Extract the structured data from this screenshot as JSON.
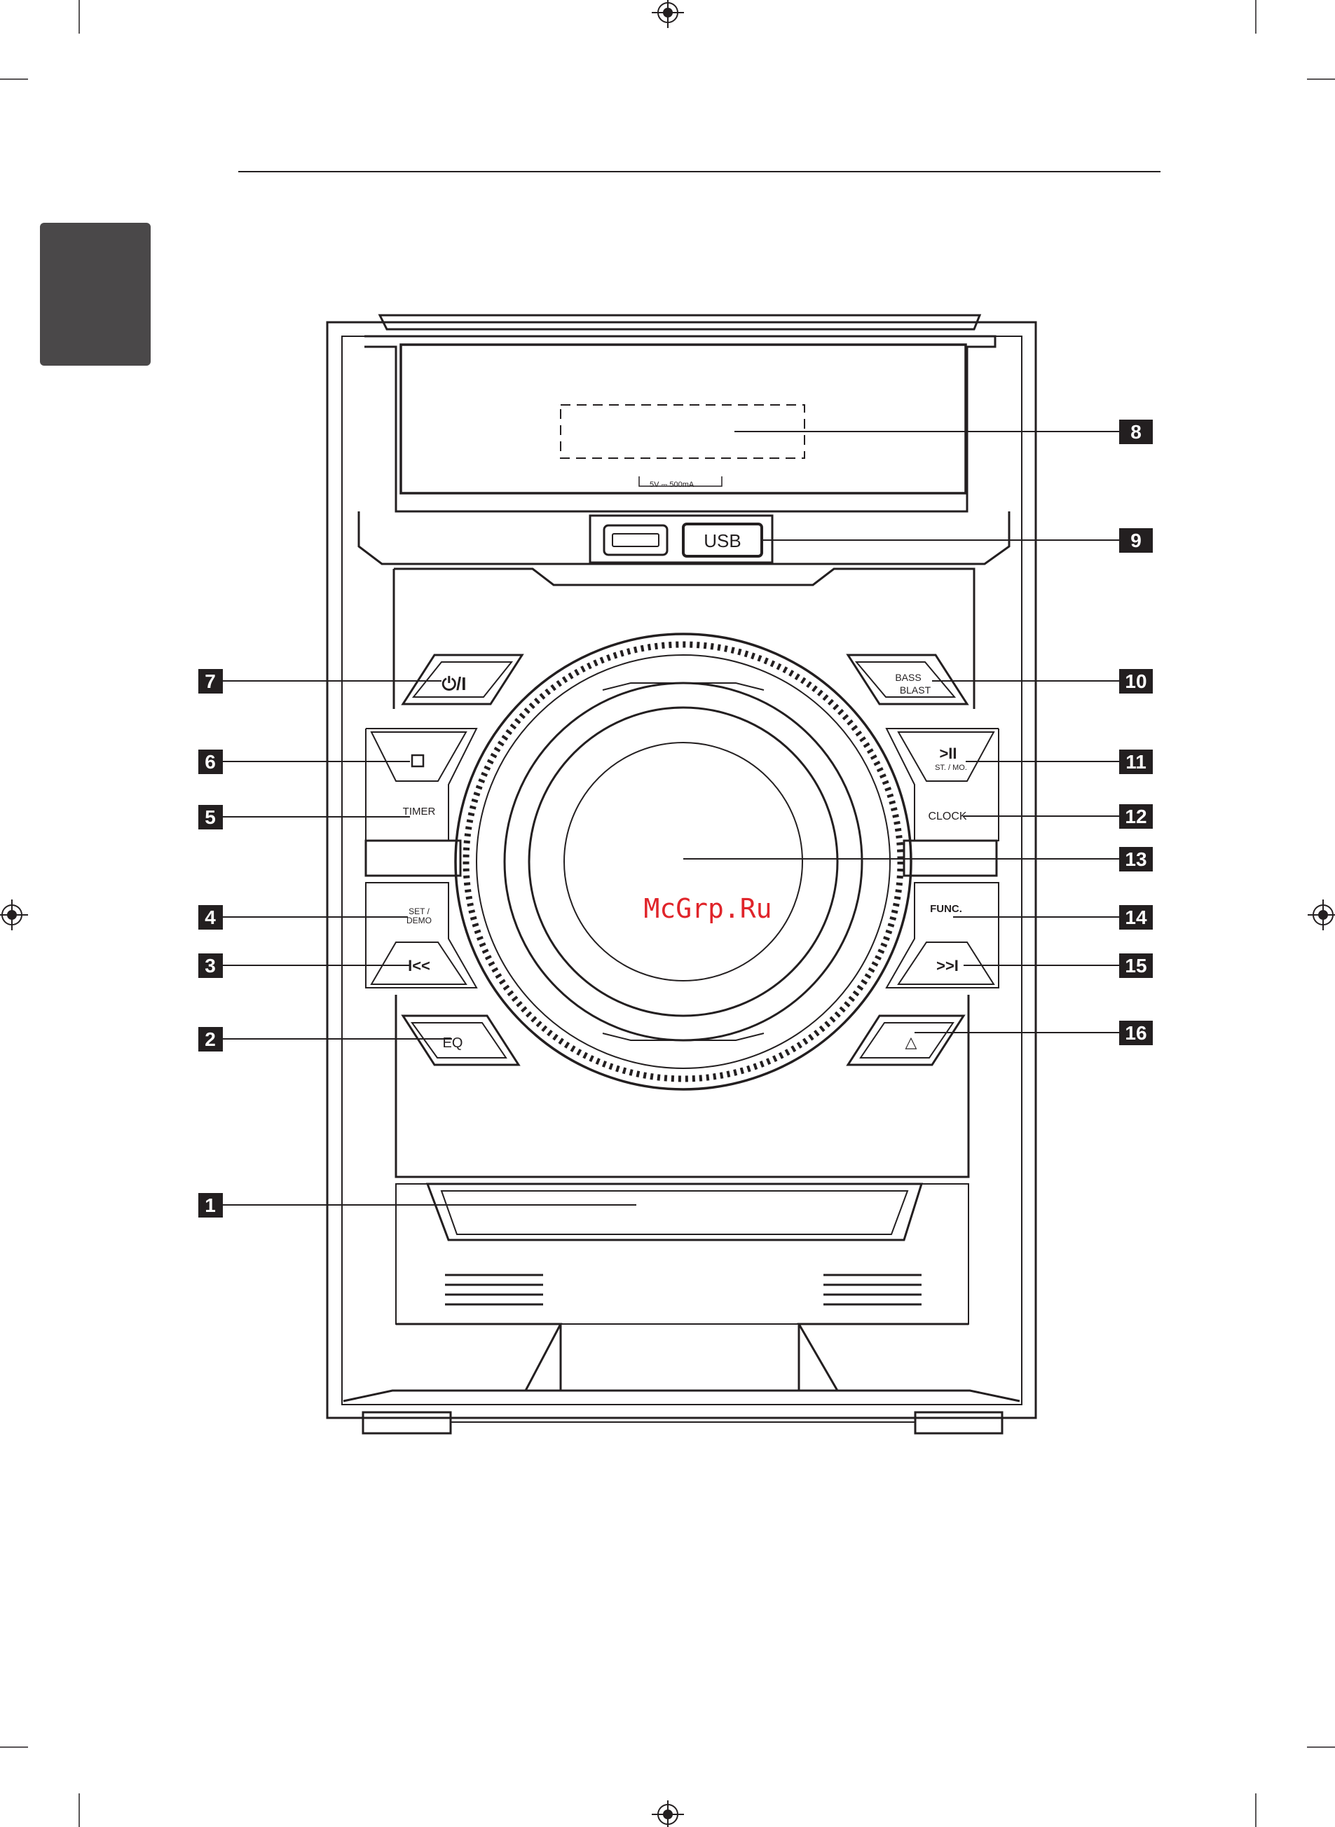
{
  "watermark": "McGrp.Ru",
  "device": {
    "usb_port_caption": "5V ⎓ 500mA",
    "usb_button_label": "USB",
    "power_button_label": "⏻/I",
    "bass_blast_label": {
      "line1": "BASS",
      "line2": "BLAST"
    },
    "stop_button_label": "◻",
    "play_pause_label": {
      "line1": ">II",
      "line2": "ST. / MO."
    },
    "timer_label": "TIMER",
    "clock_label": "CLOCK",
    "set_demo_label": {
      "line1": "SET /",
      "line2": "DEMO"
    },
    "func_label": "FUNC.",
    "prev_label": "I<<",
    "next_label": ">>I",
    "eq_label": "EQ",
    "eject_label": "△"
  },
  "callouts": [
    {
      "num": "1",
      "side": "left"
    },
    {
      "num": "2",
      "side": "left"
    },
    {
      "num": "3",
      "side": "left"
    },
    {
      "num": "4",
      "side": "left"
    },
    {
      "num": "5",
      "side": "left"
    },
    {
      "num": "6",
      "side": "left"
    },
    {
      "num": "7",
      "side": "left"
    },
    {
      "num": "8",
      "side": "right"
    },
    {
      "num": "9",
      "side": "right"
    },
    {
      "num": "10",
      "side": "right"
    },
    {
      "num": "11",
      "side": "right"
    },
    {
      "num": "12",
      "side": "right"
    },
    {
      "num": "13",
      "side": "right"
    },
    {
      "num": "14",
      "side": "right"
    },
    {
      "num": "15",
      "side": "right"
    },
    {
      "num": "16",
      "side": "right"
    }
  ]
}
